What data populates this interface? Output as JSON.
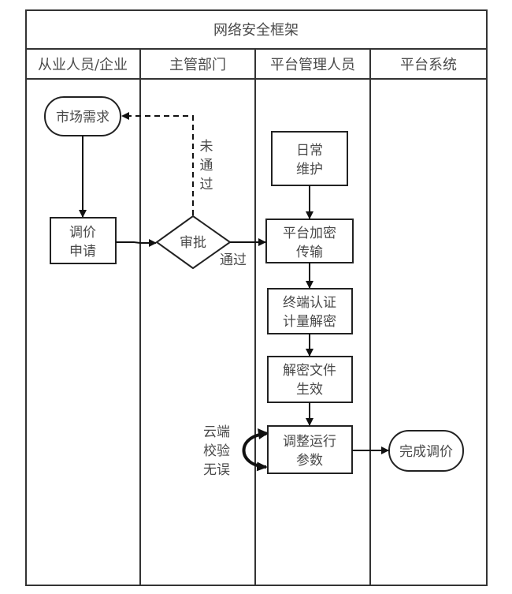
{
  "title": "网络安全框架",
  "lanes": [
    {
      "label": "从业人员/企业"
    },
    {
      "label": "主管部门"
    },
    {
      "label": "平台管理人员"
    },
    {
      "label": "平台系统"
    }
  ],
  "nodes": {
    "market_demand": {
      "type": "terminal",
      "lines": [
        "市场需求"
      ]
    },
    "price_request": {
      "type": "process",
      "lines": [
        "调价",
        "申请"
      ]
    },
    "approval": {
      "type": "decision",
      "lines": [
        "审批"
      ]
    },
    "daily_maintenance": {
      "type": "process",
      "lines": [
        "日常",
        "维护"
      ]
    },
    "encrypted_transfer": {
      "type": "process",
      "lines": [
        "平台加密",
        "传输"
      ]
    },
    "terminal_auth": {
      "type": "process",
      "lines": [
        "终端认证",
        "计量解密"
      ]
    },
    "decrypt_effective": {
      "type": "process",
      "lines": [
        "解密文件",
        "生效"
      ]
    },
    "adjust_params": {
      "type": "process",
      "lines": [
        "调整运行",
        "参数"
      ]
    },
    "done": {
      "type": "terminal",
      "lines": [
        "完成调价"
      ]
    }
  },
  "edge_labels": {
    "rejected": [
      "未",
      "通",
      "过"
    ],
    "passed": "通过",
    "cloud_check": [
      "云端",
      "校验",
      "无误"
    ]
  }
}
